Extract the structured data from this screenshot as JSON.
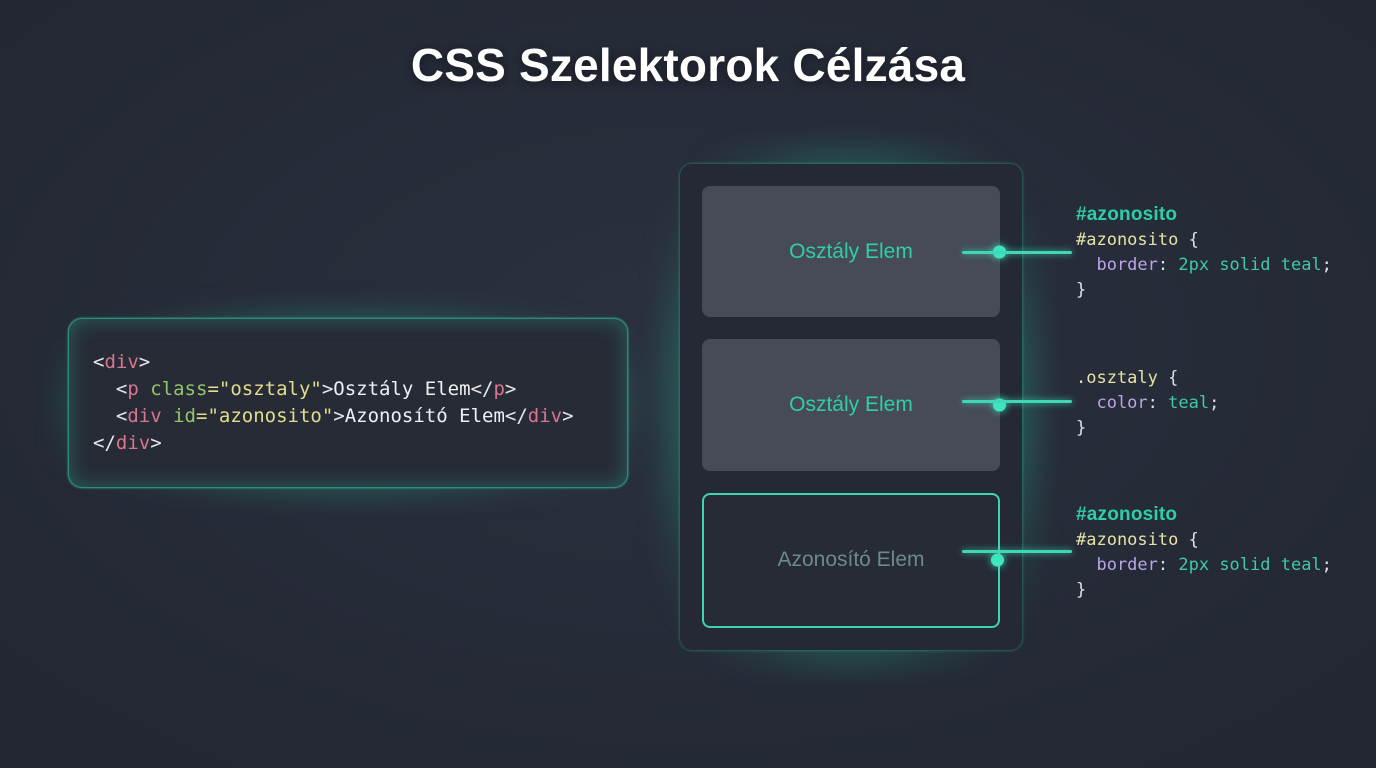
{
  "page": {
    "title": "CSS Szelektorok Célzása",
    "background_color": "#262b38",
    "accent_color": "#3fd8b6",
    "teal_text_color": "#2ecfa8"
  },
  "code_card": {
    "language": "html",
    "lines": [
      {
        "tokens": [
          {
            "text": "<",
            "type": "punct"
          },
          {
            "text": "div",
            "type": "tag"
          },
          {
            "text": ">",
            "type": "punct"
          }
        ]
      },
      {
        "tokens": [
          {
            "text": "  <",
            "type": "punct"
          },
          {
            "text": "p",
            "type": "tag"
          },
          {
            "text": " ",
            "type": "punct"
          },
          {
            "text": "class",
            "type": "attr"
          },
          {
            "text": "=\"osztaly\"",
            "type": "val"
          },
          {
            "text": ">",
            "type": "punct"
          },
          {
            "text": "Osztály Elem",
            "type": "text"
          },
          {
            "text": "</",
            "type": "punct"
          },
          {
            "text": "p",
            "type": "tag"
          },
          {
            "text": ">",
            "type": "punct"
          }
        ]
      },
      {
        "tokens": [
          {
            "text": "  <",
            "type": "punct"
          },
          {
            "text": "div",
            "type": "tag"
          },
          {
            "text": " ",
            "type": "punct"
          },
          {
            "text": "id",
            "type": "attr"
          },
          {
            "text": "=\"azonosito\"",
            "type": "val"
          },
          {
            "text": ">",
            "type": "punct"
          },
          {
            "text": "Azonosító Elem",
            "type": "text"
          },
          {
            "text": "</",
            "type": "punct"
          },
          {
            "text": "div",
            "type": "tag"
          },
          {
            "text": ">",
            "type": "punct"
          }
        ]
      },
      {
        "tokens": [
          {
            "text": "</",
            "type": "punct"
          },
          {
            "text": "div",
            "type": "tag"
          },
          {
            "text": ">",
            "type": "punct"
          }
        ]
      }
    ]
  },
  "preview_panel": {
    "boxes": [
      {
        "label": "Osztály Elem",
        "style": "plain",
        "has_connector": true
      },
      {
        "label": "Osztály Elem",
        "style": "plain",
        "has_connector": true
      },
      {
        "label": "Azonosító Elem",
        "style": "outlined",
        "has_connector": true
      }
    ]
  },
  "css_blocks": [
    {
      "badge": "#azonosito",
      "selector": "#azonosito",
      "open_brace": " {",
      "declarations": [
        {
          "property": "  border",
          "colon": ": ",
          "value": "2px solid teal",
          "semicolon": ";"
        }
      ],
      "close_brace": "}"
    },
    {
      "badge": "",
      "selector": ".osztaly",
      "open_brace": " {",
      "declarations": [
        {
          "property": "  color",
          "colon": ": ",
          "value": "teal",
          "semicolon": ";"
        }
      ],
      "close_brace": "}"
    },
    {
      "badge": "#azonosito",
      "selector": "#azonosito",
      "open_brace": " {",
      "declarations": [
        {
          "property": "  border",
          "colon": ": ",
          "value": "2px solid teal",
          "semicolon": ";"
        }
      ],
      "close_brace": "}"
    }
  ]
}
